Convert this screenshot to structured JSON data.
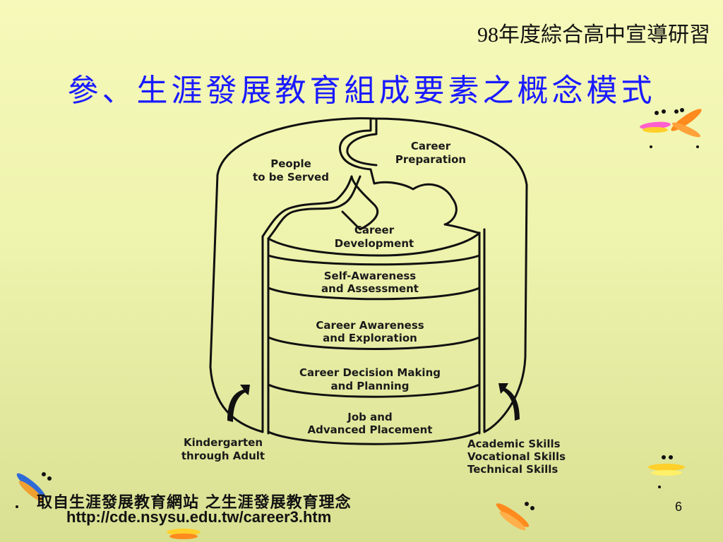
{
  "header": {
    "tag": "98年度綜合高中宣導研習",
    "title": "參、生涯發展教育組成要素之概念模式"
  },
  "diagram": {
    "top_left": [
      "People",
      "to be Served"
    ],
    "top_right": [
      "Career",
      "Preparation"
    ],
    "top_center": [
      "Career",
      "Development"
    ],
    "bands": [
      [
        "Self-Awareness",
        "and Assessment"
      ],
      [
        "Career Awareness",
        "and Exploration"
      ],
      [
        "Career Decision Making",
        "and Planning"
      ],
      [
        "Job and",
        "Advanced Placement"
      ]
    ],
    "left_note": [
      "Kindergarten",
      "through Adult"
    ],
    "right_note": [
      "Academic Skills",
      "Vocational Skills",
      "Technical Skills"
    ]
  },
  "footer": {
    "source": "取自生涯發展教育網站 之生涯發展教育理念",
    "url": "http://cde.nsysu.edu.tw/career3.htm",
    "page": "6"
  },
  "colors": {
    "title": "#1a1aff",
    "background_top": "#f6f9b9",
    "background_bottom": "#d9e092"
  }
}
